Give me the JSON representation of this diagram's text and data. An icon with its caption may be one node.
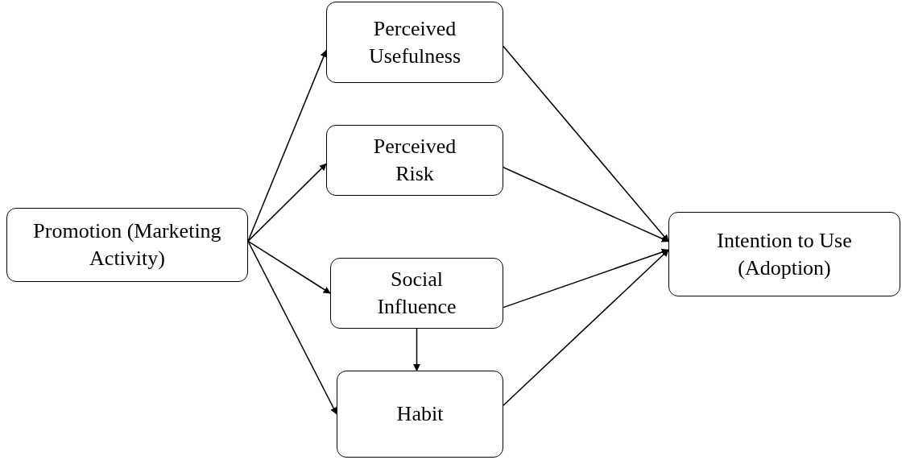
{
  "diagram": {
    "nodes": [
      {
        "text": [
          "Promotion (Marketing Activity)"
        ]
      },
      {
        "text": [
          "Perceived Usefulness"
        ]
      },
      {
        "text": [
          "Perceived Risk"
        ]
      },
      {
        "text": [
          "Social Influence"
        ]
      },
      {
        "text": [
          "Habit"
        ]
      },
      {
        "text": [
          "Intention to Use (Adoption)"
        ]
      }
    ],
    "edges": [
      {
        "from": 0,
        "to": 1,
        "arrow": "to"
      },
      {
        "from": 0,
        "to": 2,
        "arrow": "to"
      },
      {
        "from": 0,
        "to": 3,
        "arrow": "to"
      },
      {
        "from": 0,
        "to": 4,
        "arrow": "to"
      },
      {
        "from": 3,
        "to": 4,
        "arrow": "to"
      },
      {
        "from": 1,
        "to": 5,
        "arrow": "to"
      },
      {
        "from": 2,
        "to": 5,
        "arrow": "to"
      },
      {
        "from": 3,
        "to": 5,
        "arrow": "to"
      },
      {
        "from": 4,
        "to": 5,
        "arrow": "to"
      }
    ]
  }
}
